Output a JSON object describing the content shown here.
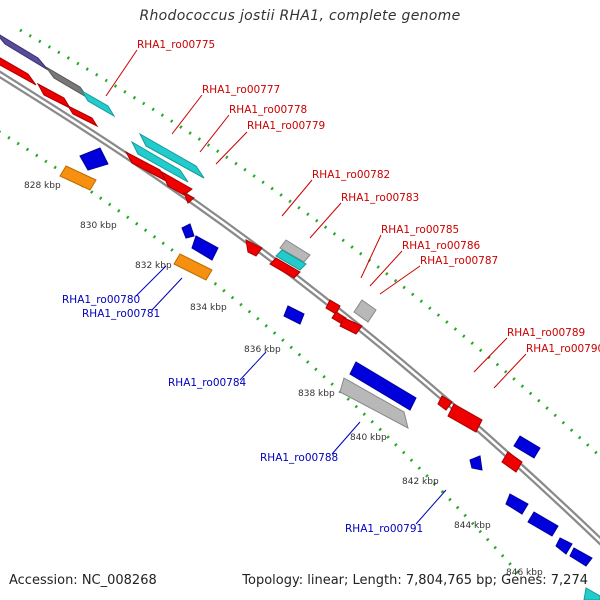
{
  "title": "Rhodococcus jostii RHA1, complete genome",
  "footer": {
    "accession": "Accession: NC_008268",
    "summary": "Topology: linear; Length: 7,804,765 bp; Genes: 7,274"
  },
  "colors": {
    "forward": "#ee0000",
    "reverse": "#0000dd",
    "cyan": "#22cccc",
    "grey": "#b8b8b8",
    "dark_grey": "#777777",
    "orange": "#f59010",
    "purple": "#5a4a9a",
    "gc_dots": "#22aa22",
    "label_forward": "#cc0000",
    "label_reverse": "#0000bb"
  },
  "scale_labels": [
    "828 kbp",
    "830 kbp",
    "832 kbp",
    "834 kbp",
    "836 kbp",
    "838 kbp",
    "840 kbp",
    "842 kbp",
    "844 kbp",
    "846 kbp"
  ],
  "labels_forward": [
    "RHA1_ro00775",
    "RHA1_ro00777",
    "RHA1_ro00778",
    "RHA1_ro00779",
    "RHA1_ro00782",
    "RHA1_ro00783",
    "RHA1_ro00785",
    "RHA1_ro00786",
    "RHA1_ro00787",
    "RHA1_ro00789",
    "RHA1_ro00790"
  ],
  "labels_reverse": [
    "RHA1_ro00780",
    "RHA1_ro00781",
    "RHA1_ro00784",
    "RHA1_ro00788",
    "RHA1_ro00791"
  ]
}
